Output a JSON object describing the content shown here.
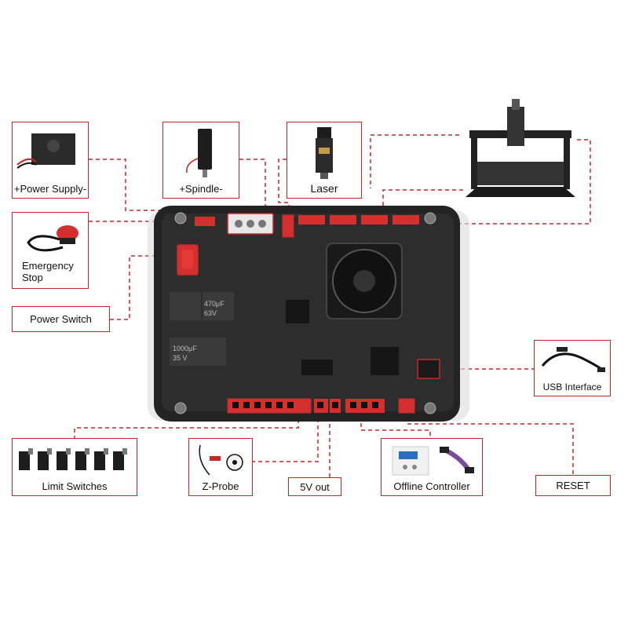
{
  "labels": {
    "power_supply": "+Power Supply-",
    "spindle": "+Spindle-",
    "laser": "Laser",
    "emergency_stop_line1": "Emergency",
    "emergency_stop_line2": "Stop",
    "power_switch": "Power Switch",
    "usb_interface": "USB Interface",
    "limit_switches": "Limit Switches",
    "z_probe": "Z-Probe",
    "five_v_out": "5V out",
    "offline_controller": "Offline Controller",
    "reset": "RESET"
  },
  "board": {
    "cap1_value": "470μF",
    "cap1_voltage": "63V",
    "cap2_value": "1000μF",
    "cap2_voltage": "35 V"
  },
  "colors": {
    "accent": "#c62828",
    "board": "#232323",
    "connector_red": "#d32f2f",
    "background": "#ffffff"
  },
  "icons": {
    "power_supply": "power-supply-icon",
    "spindle": "spindle-motor-icon",
    "laser": "laser-module-icon",
    "cnc_machine": "cnc-machine-icon",
    "emergency_stop": "emergency-stop-icon",
    "usb": "usb-cable-icon",
    "limit_switch": "limit-switch-icon",
    "z_probe": "z-probe-icon",
    "offline_controller": "offline-controller-icon"
  }
}
